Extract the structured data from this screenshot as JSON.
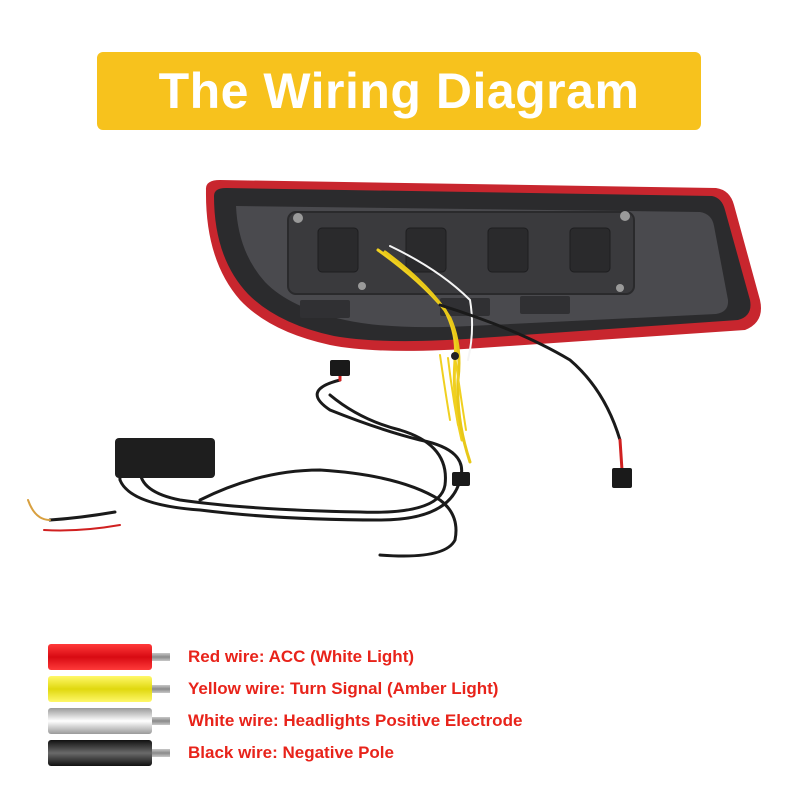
{
  "title": "The Wiring Diagram",
  "colors": {
    "banner": "#f7c21d",
    "label_text": "#e8231a",
    "lamp_outline": "#c8262e",
    "lamp_body": "#2b2b2d"
  },
  "legend": {
    "items": [
      {
        "label": "Red wire: ACC (White Light)",
        "color": "#e8141c"
      },
      {
        "label": "Yellow wire: Turn Signal (Amber Light)",
        "color": "#e8e21a"
      },
      {
        "label": "White wire: Headlights Positive Electrode",
        "color": "#d8d8d8"
      },
      {
        "label": "Black wire: Negative Pole",
        "color": "#1a1a1a"
      }
    ]
  }
}
